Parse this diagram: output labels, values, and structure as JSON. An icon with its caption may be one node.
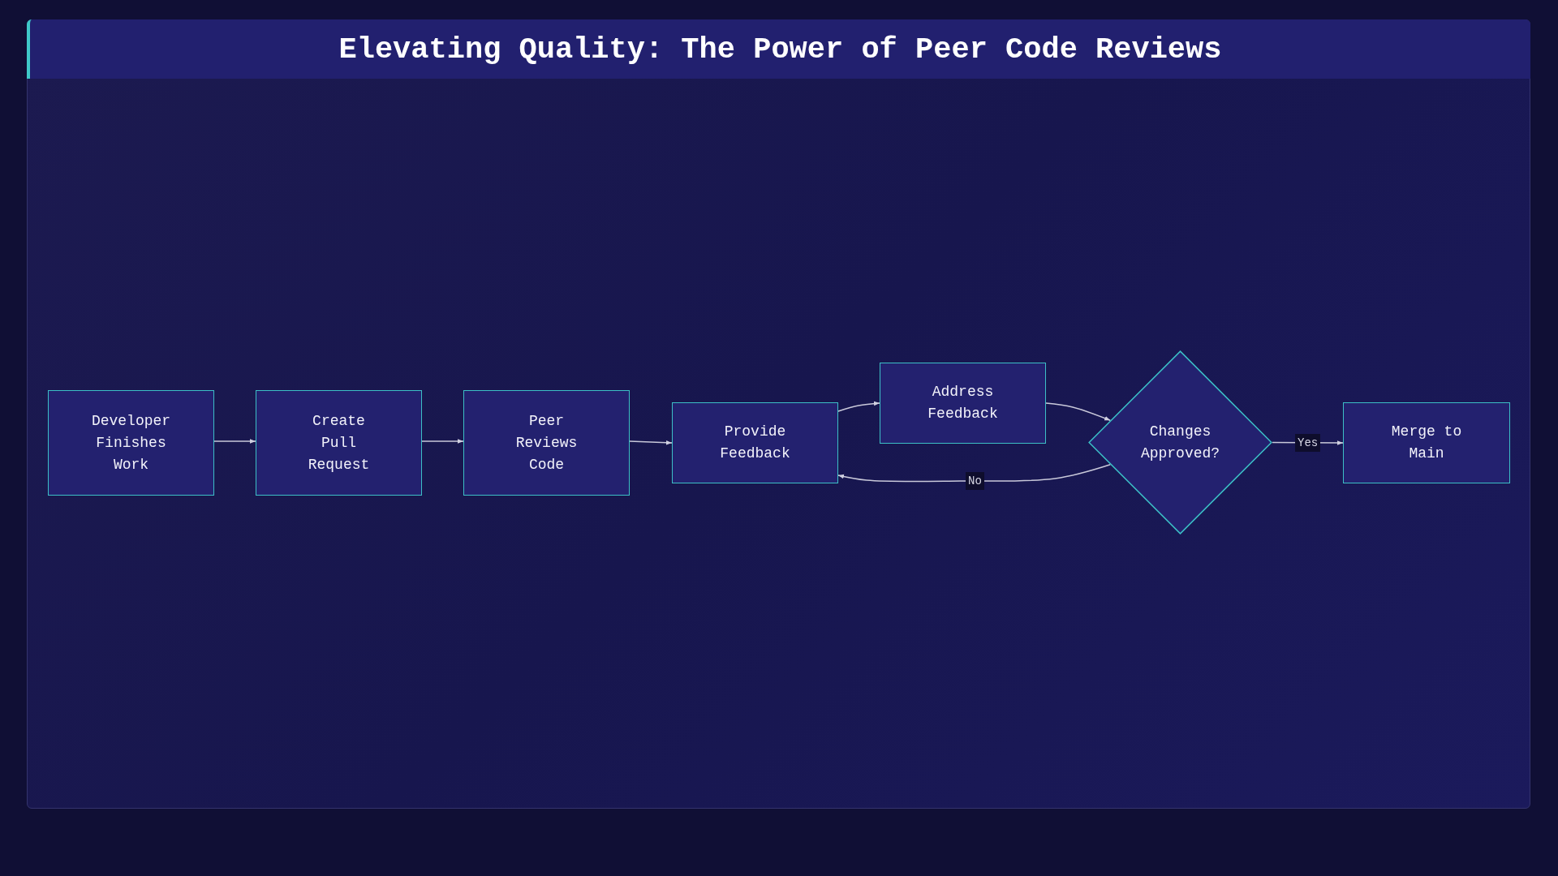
{
  "diagram": {
    "title": "Elevating Quality: The Power of Peer Code Reviews",
    "nodes": [
      {
        "text": [
          "Developer Finishes Work"
        ]
      },
      {
        "text": [
          "Create Pull Request"
        ]
      },
      {
        "text": [
          "Peer Reviews Code"
        ]
      },
      {
        "text": [
          "Provide Feedback"
        ]
      },
      {
        "text": [
          "Address Feedback"
        ]
      },
      {
        "text": [
          "Changes Approved?"
        ]
      },
      {
        "text": [
          "Merge to Main"
        ]
      }
    ],
    "edges": [
      {
        "from": 0,
        "to": 1,
        "arrow": "to"
      },
      {
        "from": 1,
        "to": 2,
        "arrow": "to"
      },
      {
        "from": 2,
        "to": 3,
        "arrow": "to"
      },
      {
        "from": 3,
        "to": 4,
        "arrow": "to"
      },
      {
        "from": 4,
        "to": 5,
        "arrow": "to"
      },
      {
        "from": 5,
        "to": 6,
        "arrow": "to",
        "label": "Yes"
      },
      {
        "from": 5,
        "to": 3,
        "arrow": "to",
        "label": "No"
      }
    ]
  }
}
